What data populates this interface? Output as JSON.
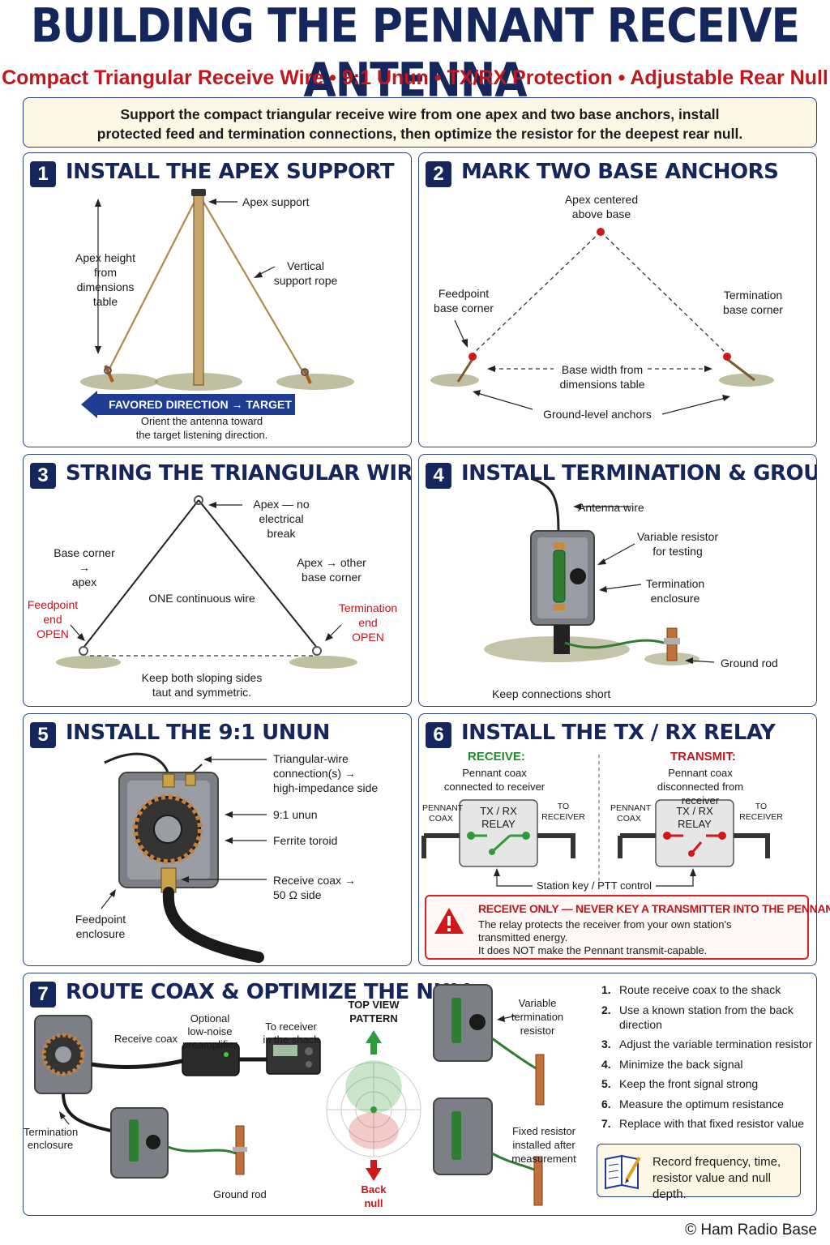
{
  "header": {
    "title": "BUILDING THE PENNANT RECEIVE ANTENNA",
    "subtitle": "Compact Triangular Receive Wire  •  9:1 Unun  •  TX/RX Protection  •  Adjustable Rear Null",
    "intro_line1": "Support the compact triangular receive wire from one apex and two base anchors, install",
    "intro_line2": "protected feed and termination connections, then optimize the resistor for the deepest rear null."
  },
  "panel1": {
    "number": "1",
    "title": "INSTALL THE APEX SUPPORT",
    "apex_support": "Apex support",
    "apex_height": "Apex height\nfrom\ndimensions\ntable",
    "vertical_rope": "Vertical\nsupport rope",
    "favored_direction": "FAVORED DIRECTION → TARGET",
    "orient_note": "Orient the antenna toward\nthe target listening direction."
  },
  "panel2": {
    "number": "2",
    "title": "MARK TWO BASE ANCHORS",
    "apex_centered": "Apex centered\nabove base",
    "feedpoint_corner": "Feedpoint\nbase corner",
    "termination_corner": "Termination\nbase corner",
    "base_width": "Base width from\ndimensions table",
    "ground_anchors": "Ground-level anchors"
  },
  "panel3": {
    "number": "3",
    "title": "STRING THE TRIANGULAR WIRE",
    "apex_note": "Apex — no\nelectrical break",
    "base_corner_apex": "Base corner →\napex",
    "apex_other": "Apex → other\nbase corner",
    "one_wire": "ONE continuous wire",
    "feedpoint_open": "Feedpoint\nend\nOPEN",
    "termination_open": "Termination\nend\nOPEN",
    "taut_note": "Keep both sloping sides\ntaut and symmetric."
  },
  "panel4": {
    "number": "4",
    "title": "INSTALL TERMINATION & GROUND",
    "antenna_wire": "Antenna wire",
    "variable_resistor": "Variable resistor\nfor testing",
    "termination_enclosure": "Termination\nenclosure",
    "ground_rod": "Ground rod",
    "short_note": "Keep connections short"
  },
  "panel5": {
    "number": "5",
    "title": "INSTALL THE 9:1 UNUN",
    "wire_connection": "Triangular-wire\nconnection(s) →\nhigh-impedance side",
    "unun": "9:1 unun",
    "toroid": "Ferrite toroid",
    "receive_coax": "Receive coax →\n50 Ω side",
    "feedpoint_enclosure": "Feedpoint\nenclosure"
  },
  "panel6": {
    "number": "6",
    "title": "INSTALL THE TX / RX RELAY",
    "receive_head": "RECEIVE:",
    "receive_note": "Pennant coax\nconnected to receiver",
    "transmit_head": "TRANSMIT:",
    "transmit_note": "Pennant coax\ndisconnected from receiver",
    "pennant_coax": "PENNANT\nCOAX",
    "relay": "TX / RX\nRELAY",
    "to_receiver": "TO\nRECEIVER",
    "ptt": "Station key / PTT control",
    "warn_title": "RECEIVE ONLY — NEVER KEY A TRANSMITTER INTO THE PENNANT.",
    "warn_body1": "The relay protects the receiver from your own station's",
    "warn_body2": "transmitted energy.",
    "warn_body3": "It does NOT make the Pennant transmit-capable."
  },
  "panel7": {
    "number": "7",
    "title": "ROUTE COAX & OPTIMIZE THE NULL",
    "receive_coax": "Receive coax",
    "preamp": "Optional\nlow-noise\npreamplifier",
    "to_receiver": "To receiver\nin the shack",
    "top_view": "TOP VIEW\nPATTERN",
    "termination_enclosure": "Termination\nenclosure",
    "ground_rod": "Ground rod",
    "back_null": "Back\nnull",
    "variable_resistor": "Variable\ntermination\nresistor",
    "fixed_resistor": "Fixed resistor\ninstalled after\nmeasurement",
    "steps": [
      "Route receive coax to the shack",
      "Use a known station from the back direction",
      "Adjust the variable termination resistor",
      "Minimize the back signal",
      "Keep the front signal strong",
      "Measure the optimum resistance",
      "Replace with that fixed resistor value"
    ],
    "record_note": "Record frequency, time,\nresistor value and null depth."
  },
  "footer": {
    "copyright": "© Ham Radio Base"
  },
  "colors": {
    "navy": "#14265c",
    "red": "#c0161c",
    "green": "#1f8a2c",
    "border": "#2b3f86"
  }
}
